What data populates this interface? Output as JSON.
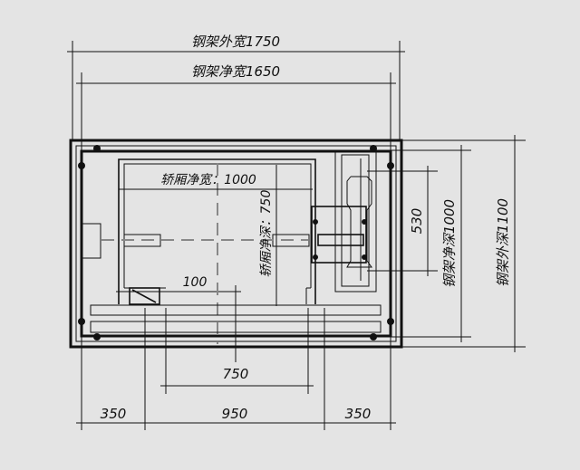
{
  "dimensions": {
    "frame_outer_width": "钢架外宽1750",
    "frame_clear_width": "钢架净宽1650",
    "frame_outer_depth": "钢架外深1100",
    "frame_clear_depth": "钢架净深1000",
    "car_clear_width": "轿厢净宽：1000",
    "car_clear_depth": "轿厢净深：750",
    "counterweight_depth": "530",
    "offset": "100",
    "door_width": "750",
    "left_margin": "350",
    "center_span": "950",
    "right_margin": "350"
  }
}
